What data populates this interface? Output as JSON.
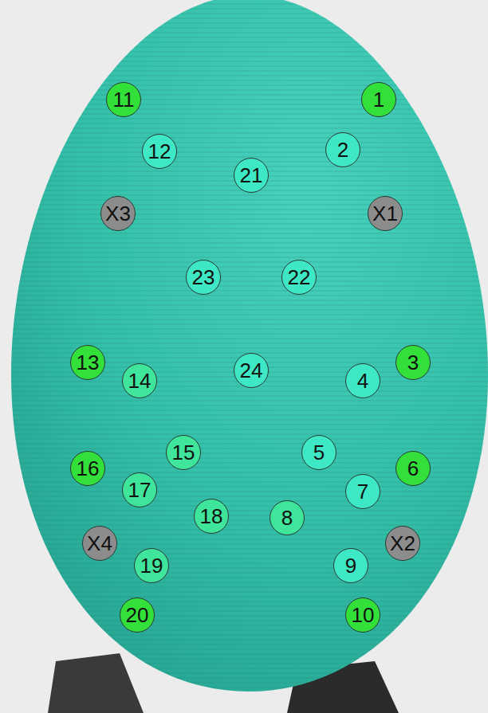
{
  "diagram": {
    "nodes": [
      {
        "text": [
          "11"
        ]
      },
      {
        "text": [
          "1"
        ]
      },
      {
        "text": [
          "12"
        ]
      },
      {
        "text": [
          "2"
        ]
      },
      {
        "text": [
          "21"
        ]
      },
      {
        "text": [
          "X3"
        ]
      },
      {
        "text": [
          "X1"
        ]
      },
      {
        "text": [
          "23"
        ]
      },
      {
        "text": [
          "22"
        ]
      },
      {
        "text": [
          "13"
        ]
      },
      {
        "text": [
          "3"
        ]
      },
      {
        "text": [
          "24"
        ]
      },
      {
        "text": [
          "14"
        ]
      },
      {
        "text": [
          "4"
        ]
      },
      {
        "text": [
          "15"
        ]
      },
      {
        "text": [
          "5"
        ]
      },
      {
        "text": [
          "16"
        ]
      },
      {
        "text": [
          "6"
        ]
      },
      {
        "text": [
          "17"
        ]
      },
      {
        "text": [
          "7"
        ]
      },
      {
        "text": [
          "18"
        ]
      },
      {
        "text": [
          "8"
        ]
      },
      {
        "text": [
          "X4"
        ]
      },
      {
        "text": [
          "X2"
        ]
      },
      {
        "text": [
          "19"
        ]
      },
      {
        "text": [
          "9"
        ]
      },
      {
        "text": [
          "20"
        ]
      },
      {
        "text": [
          "10"
        ]
      }
    ]
  }
}
